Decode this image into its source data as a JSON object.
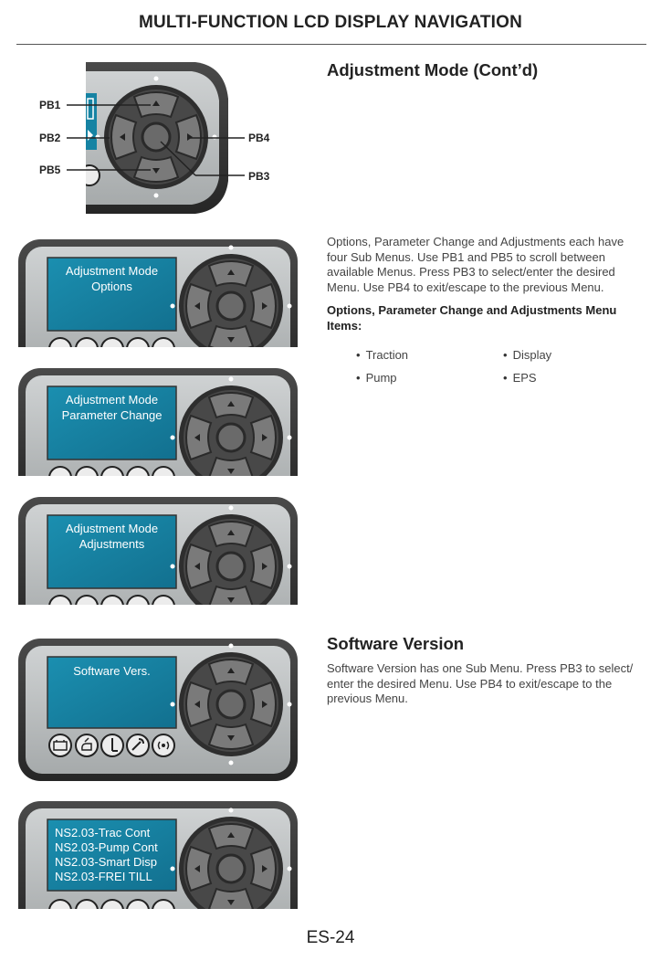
{
  "header": {
    "title": "MULTI-FUNCTION LCD DISPLAY NAVIGATION"
  },
  "callouts": {
    "pb1": "PB1",
    "pb2": "PB2",
    "pb3": "PB3",
    "pb4": "PB4",
    "pb5": "PB5"
  },
  "adjustment": {
    "heading": "Adjustment Mode (Cont’d)",
    "paragraph_lines": [
      "Options, Parameter Change and Adjustments each have",
      "four Sub Menus. Use PB1 and PB5 to scroll between",
      "available Menus. Press PB3 to select/enter the desired",
      "Menu. Use PB4 to exit/escape to the previous Menu."
    ],
    "items_heading_lines": [
      "Options, Parameter Change and Adjustments Menu",
      "Items:"
    ],
    "items": [
      "Traction",
      "Display",
      "Pump",
      "EPS"
    ]
  },
  "software": {
    "heading": "Software Version",
    "paragraph_lines": [
      "Software Version has one Sub Menu. Press PB3 to select/",
      "enter the desired Menu. Use PB4 to exit/escape to the",
      "previous Menu."
    ]
  },
  "screens": {
    "options": [
      "Adjustment Mode",
      "Options"
    ],
    "parameter": [
      "Adjustment Mode",
      "Parameter Change"
    ],
    "adjustments": [
      "Adjustment Mode",
      "Adjustments"
    ],
    "software": [
      "Software Vers."
    ],
    "versions": [
      "NS2.03-Trac Cont",
      "NS2.03-Pump Cont",
      "NS2.03-Smart Disp",
      "NS2.03-FREI TILL"
    ]
  },
  "footer": {
    "page_number": "ES-24"
  },
  "colors": {
    "lcd": "#1683a3",
    "bezel": "#3a3a3a",
    "panel": "#b9bdbe",
    "button": "#6f6f6f"
  }
}
